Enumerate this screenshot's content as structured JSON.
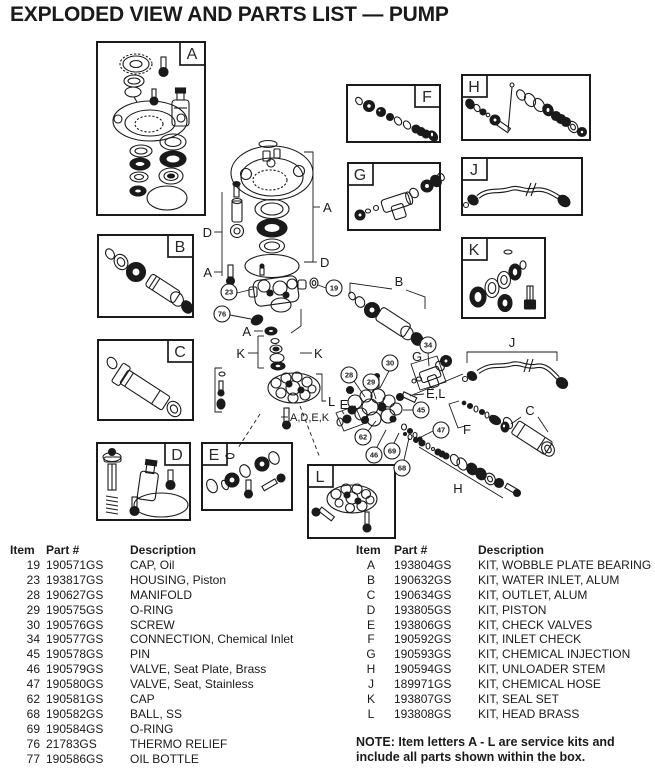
{
  "title": "EXPLODED VIEW AND PARTS LIST — PUMP",
  "diagram": {
    "boxes": {
      "a": "A",
      "b": "B",
      "c": "C",
      "d": "D",
      "e": "E",
      "f": "F",
      "g": "G",
      "h": "H",
      "j": "J",
      "k": "K",
      "l": "L"
    },
    "labels": {
      "bracket_a_right": "A",
      "bracket_d_right": "D",
      "bracket_d_left": "D",
      "bracket_a_left": "A",
      "seal_a": "A",
      "seal_k_left": "K",
      "seal_k_right": "K",
      "inlet_b": "B",
      "injection_g": "G",
      "manifold_e": "E",
      "check_el": "E,L",
      "head_l": "L",
      "bolt_adek": "A,D,E,K",
      "outlet_c": "C",
      "inlet_check_f": "F",
      "unloader_h": "H",
      "hose_j": "J"
    },
    "callouts": {
      "c19": "19",
      "c23": "23",
      "c76": "76",
      "c28": "28",
      "c29": "29",
      "c30": "30",
      "c34": "34",
      "c45": "45",
      "c46": "46",
      "c47": "47",
      "c62": "62",
      "c68": "68",
      "c69": "69"
    }
  },
  "parts_left": {
    "headers": [
      "Item",
      "Part #",
      "Description"
    ],
    "rows": [
      [
        "19",
        "190571GS",
        "CAP, Oil"
      ],
      [
        "23",
        "193817GS",
        "HOUSING, Piston"
      ],
      [
        "28",
        "190627GS",
        "MANIFOLD"
      ],
      [
        "29",
        "190575GS",
        "O-RING"
      ],
      [
        "30",
        "190576GS",
        "SCREW"
      ],
      [
        "34",
        "190577GS",
        "CONNECTION, Chemical Inlet"
      ],
      [
        "45",
        "190578GS",
        "PIN"
      ],
      [
        "46",
        "190579GS",
        "VALVE, Seat Plate, Brass"
      ],
      [
        "47",
        "190580GS",
        "VALVE, Seat, Stainless"
      ],
      [
        "62",
        "190581GS",
        "CAP"
      ],
      [
        "68",
        "190582GS",
        "BALL, SS"
      ],
      [
        "69",
        "190584GS",
        "O-RING"
      ],
      [
        "76",
        "21783GS",
        "THERMO RELIEF"
      ],
      [
        "77",
        "190586GS",
        "OIL BOTTLE"
      ]
    ]
  },
  "parts_right": {
    "headers": [
      "Item",
      "Part #",
      "Description"
    ],
    "rows": [
      [
        "A",
        "193804GS",
        "KIT, WOBBLE PLATE BEARING"
      ],
      [
        "B",
        "190632GS",
        "KIT, WATER INLET, ALUM"
      ],
      [
        "C",
        "190634GS",
        "KIT, OUTLET, ALUM"
      ],
      [
        "D",
        "193805GS",
        "KIT, PISTON"
      ],
      [
        "E",
        "193806GS",
        "KIT, CHECK VALVES"
      ],
      [
        "F",
        "190592GS",
        "KIT, INLET CHECK"
      ],
      [
        "G",
        "190593GS",
        "KIT, CHEMICAL INJECTION"
      ],
      [
        "H",
        "190594GS",
        "KIT, UNLOADER STEM"
      ],
      [
        "J",
        "189971GS",
        "KIT, CHEMICAL HOSE"
      ],
      [
        "K",
        "193807GS",
        "KIT, SEAL SET"
      ],
      [
        "L",
        "193808GS",
        "KIT, HEAD BRASS"
      ]
    ]
  },
  "note": {
    "prefix": "NOTE:",
    "text": "Item letters A - L are service kits and include all parts shown within the box."
  }
}
